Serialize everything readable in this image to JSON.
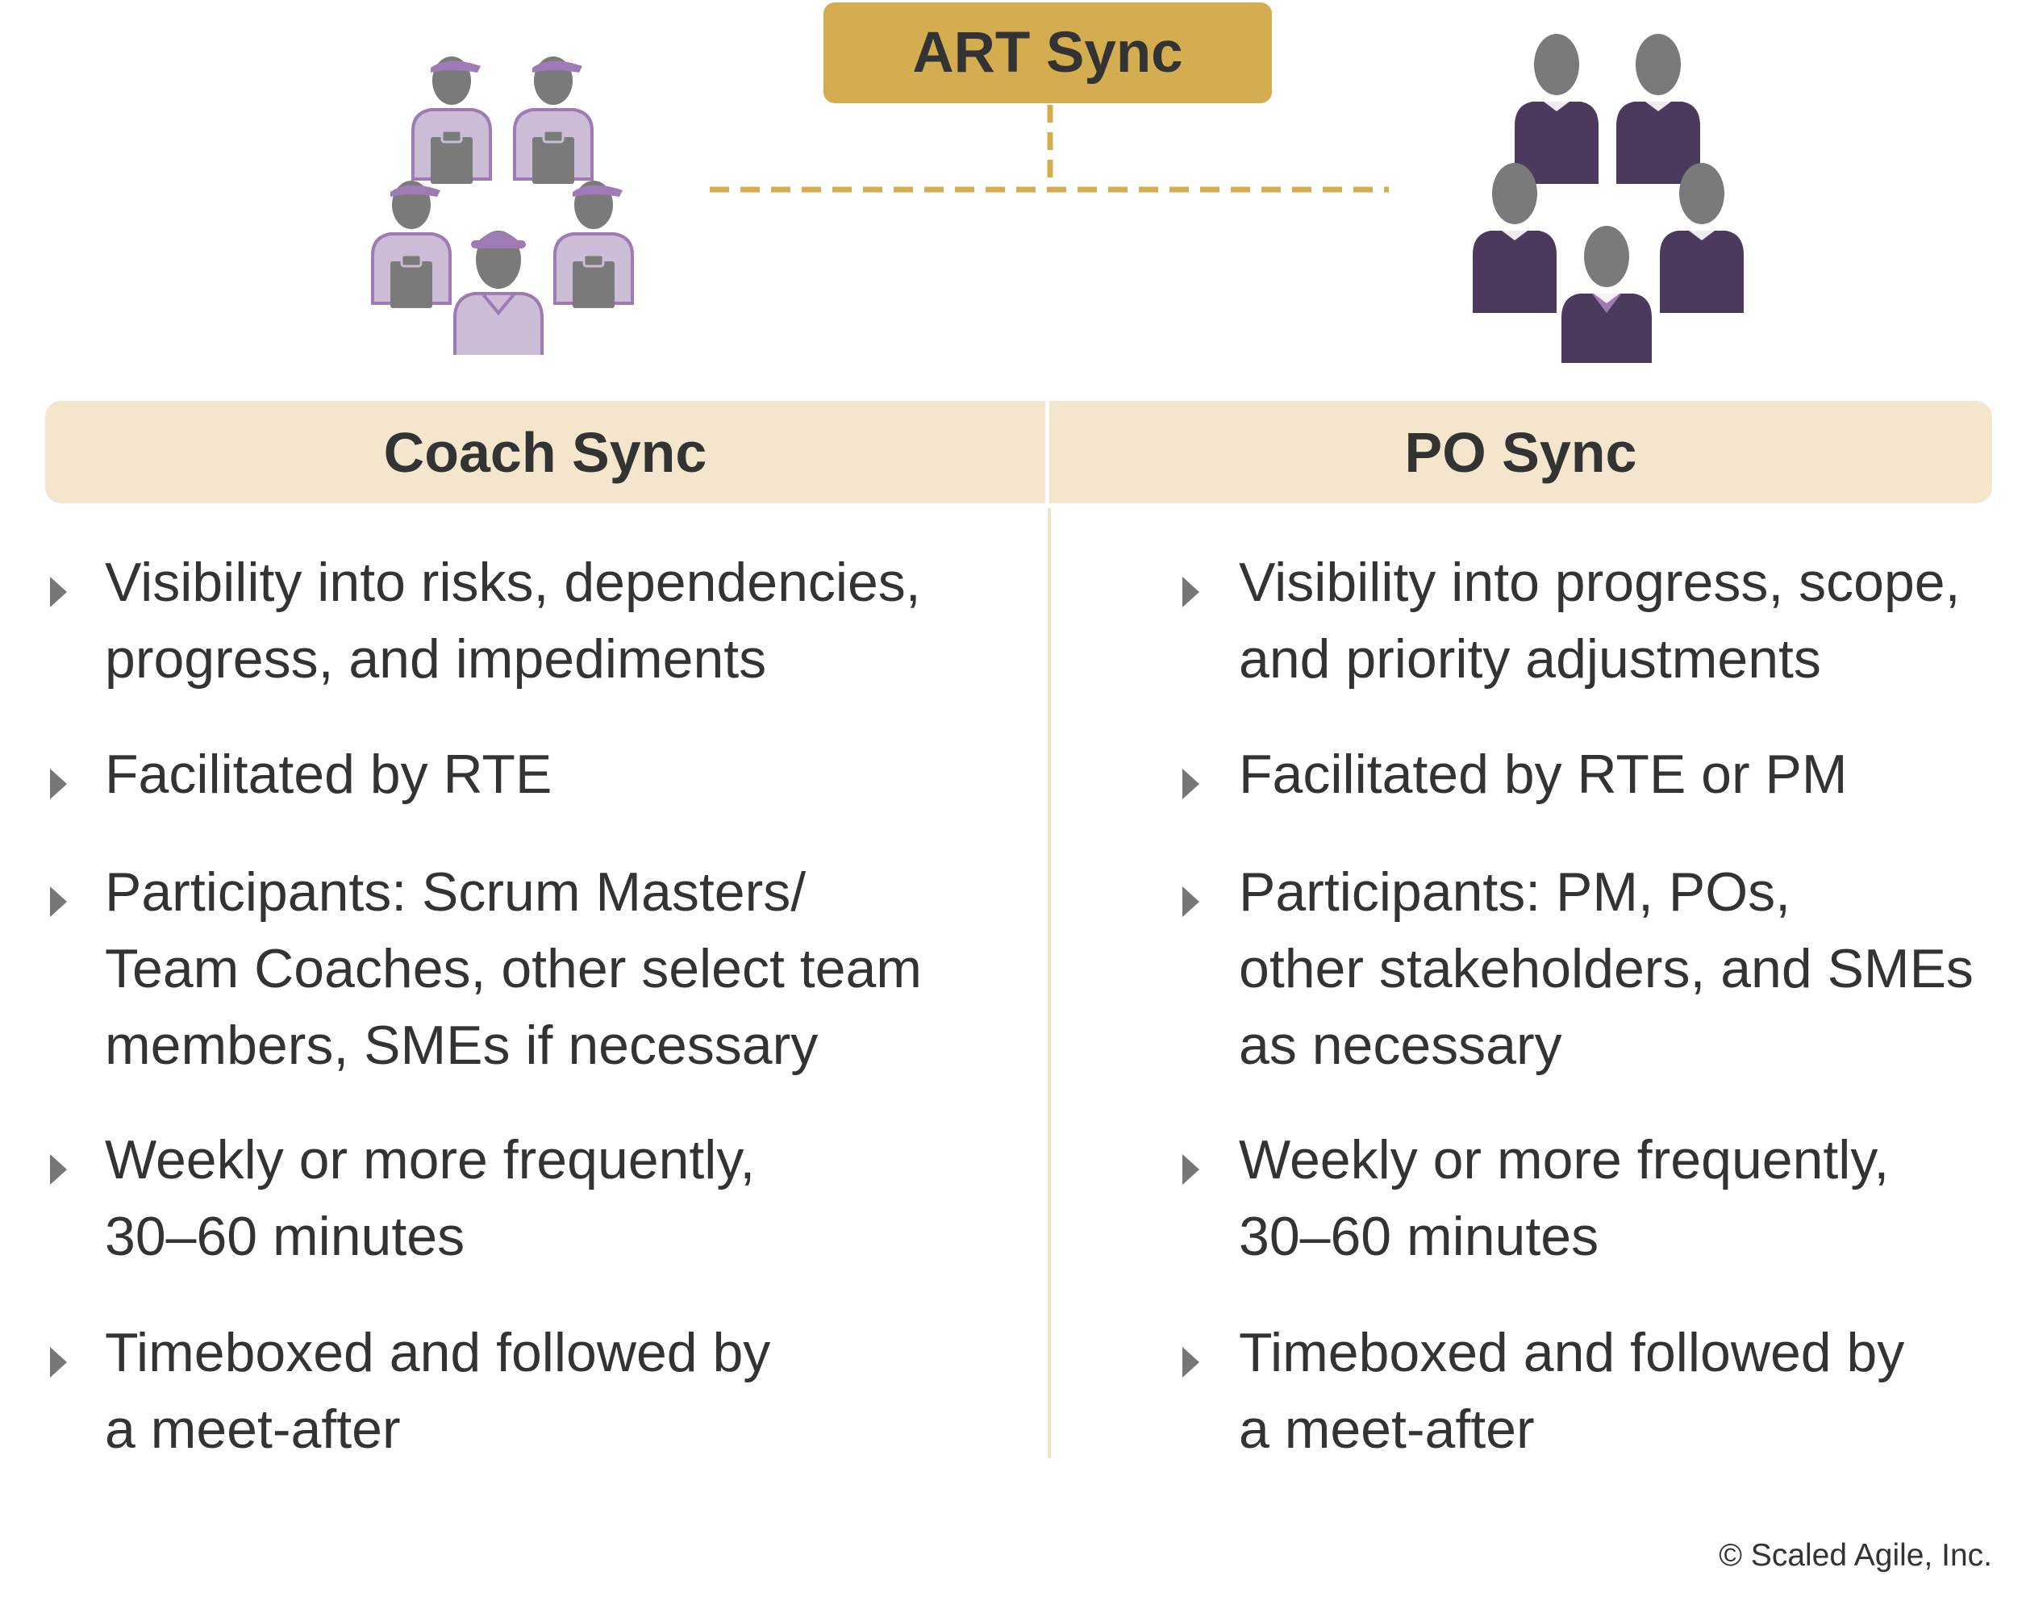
{
  "art_sync": {
    "title": "ART Sync"
  },
  "columns": [
    {
      "header": "Coach Sync",
      "icon": "team-coaches-group-icon",
      "items": [
        "Visibility into risks, dependencies,\nprogress, and impediments",
        "Facilitated by RTE",
        "Participants: Scrum Masters/\nTeam Coaches, other select team\nmembers, SMEs if necessary",
        "Weekly or more frequently,\n30–60 minutes",
        "Timeboxed and followed by\na meet-after"
      ]
    },
    {
      "header": "PO Sync",
      "icon": "product-owners-group-icon",
      "items": [
        "Visibility into progress, scope,\nand priority adjustments",
        "Facilitated by RTE or PM",
        "Participants: PM, POs,\nother stakeholders, and SMEs\nas necessary",
        "Weekly or more frequently,\n30–60 minutes",
        "Timeboxed and followed by\na meet-after"
      ]
    }
  ],
  "footer": {
    "copyright": "© Scaled Agile, Inc."
  },
  "colors": {
    "gold": "#D4AD50",
    "header_bg": "#F3E6CC",
    "divider": "#F1E4C6",
    "coach_light": "#CDBCD6",
    "coach_accent": "#9E7BB5",
    "po_dark": "#4B3A5E",
    "head_gray": "#7A7A7A",
    "bullet": "#777777",
    "text": "#333333"
  }
}
